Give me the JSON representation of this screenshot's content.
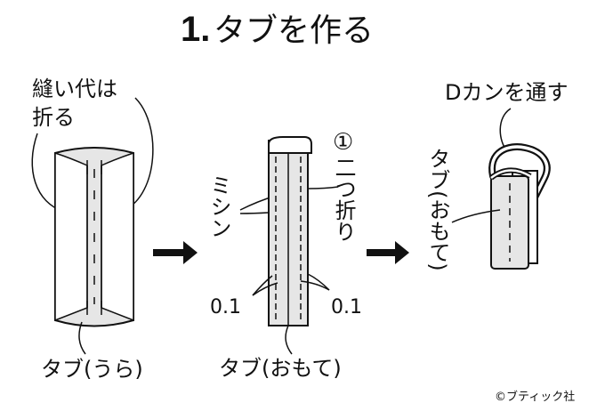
{
  "title": {
    "number": "1.",
    "text": "タブを作る"
  },
  "step1": {
    "fold_label_line1": "縫い代は",
    "fold_label_line2": "折る",
    "bottom_label": "タブ(うら)"
  },
  "step2": {
    "fold_mark": "①",
    "fold_label": "二つ折り",
    "stitch_label": "ミシン",
    "margin_left": "0.1",
    "margin_right": "0.1",
    "bottom_label": "タブ(おもて)"
  },
  "step3": {
    "ring_label": "Dカンを通す",
    "tab_label": "タブ(おもて)"
  },
  "copyright": "©ブティック社",
  "colors": {
    "stroke": "#111111",
    "fabric_fill": "#e6e6e6",
    "background": "#ffffff"
  }
}
